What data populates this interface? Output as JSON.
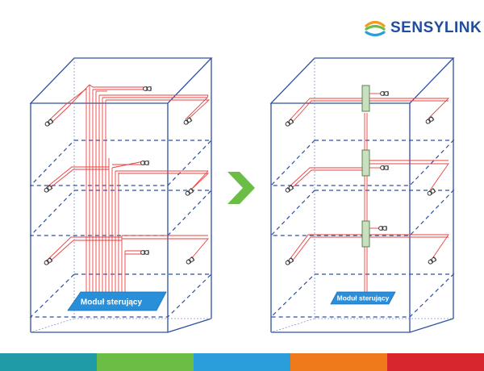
{
  "brand": {
    "name": "SENSYLINK",
    "logo_icon": "sensylink-wave-icon",
    "text_color": "#1f4e9c"
  },
  "left_diagram": {
    "module_label": "Moduł sterujący"
  },
  "right_diagram": {
    "module_label": "Moduł sterujący"
  },
  "arrow": {
    "icon": "chevron-right-icon",
    "color": "#6cbd45"
  },
  "colors": {
    "building_outline": "#2e4fa0",
    "cable": "#e9413f",
    "module_fill": "#2a8fd9",
    "hub_fill": "#c8dfc0"
  },
  "footer_stripes": [
    "#1e9ba6",
    "#6cbd45",
    "#2a9ddb",
    "#ee7a1c",
    "#d8262e"
  ]
}
